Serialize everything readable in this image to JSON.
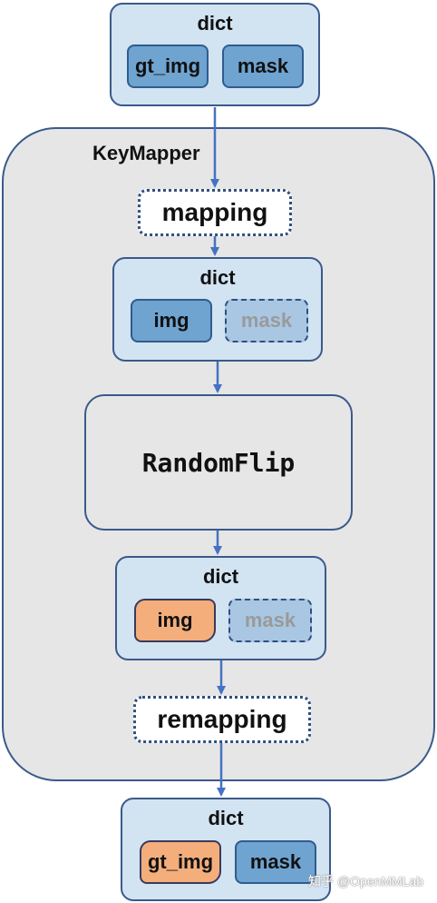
{
  "input_dict": {
    "title": "dict",
    "keys": [
      "gt_img",
      "mask"
    ]
  },
  "keymapper": {
    "label": "KeyMapper"
  },
  "mapping_step": {
    "label": "mapping"
  },
  "mapped_dict": {
    "title": "dict",
    "keys": [
      "img",
      "mask"
    ]
  },
  "transform": {
    "label": "RandomFlip"
  },
  "transformed_dict": {
    "title": "dict",
    "keys": [
      "img",
      "mask"
    ]
  },
  "remapping_step": {
    "label": "remapping"
  },
  "output_dict": {
    "title": "dict",
    "keys": [
      "gt_img",
      "mask"
    ]
  },
  "watermark": "知乎 @OpenMMLab",
  "colors": {
    "dict_fill": "#d2e3f2",
    "key_fill": "#6fa3d0",
    "modified_key_fill": "#f4ae7c",
    "ignored_key_text": "#9a9a9a",
    "container_fill": "#e6e6e6",
    "arrow": "#4472c4"
  }
}
